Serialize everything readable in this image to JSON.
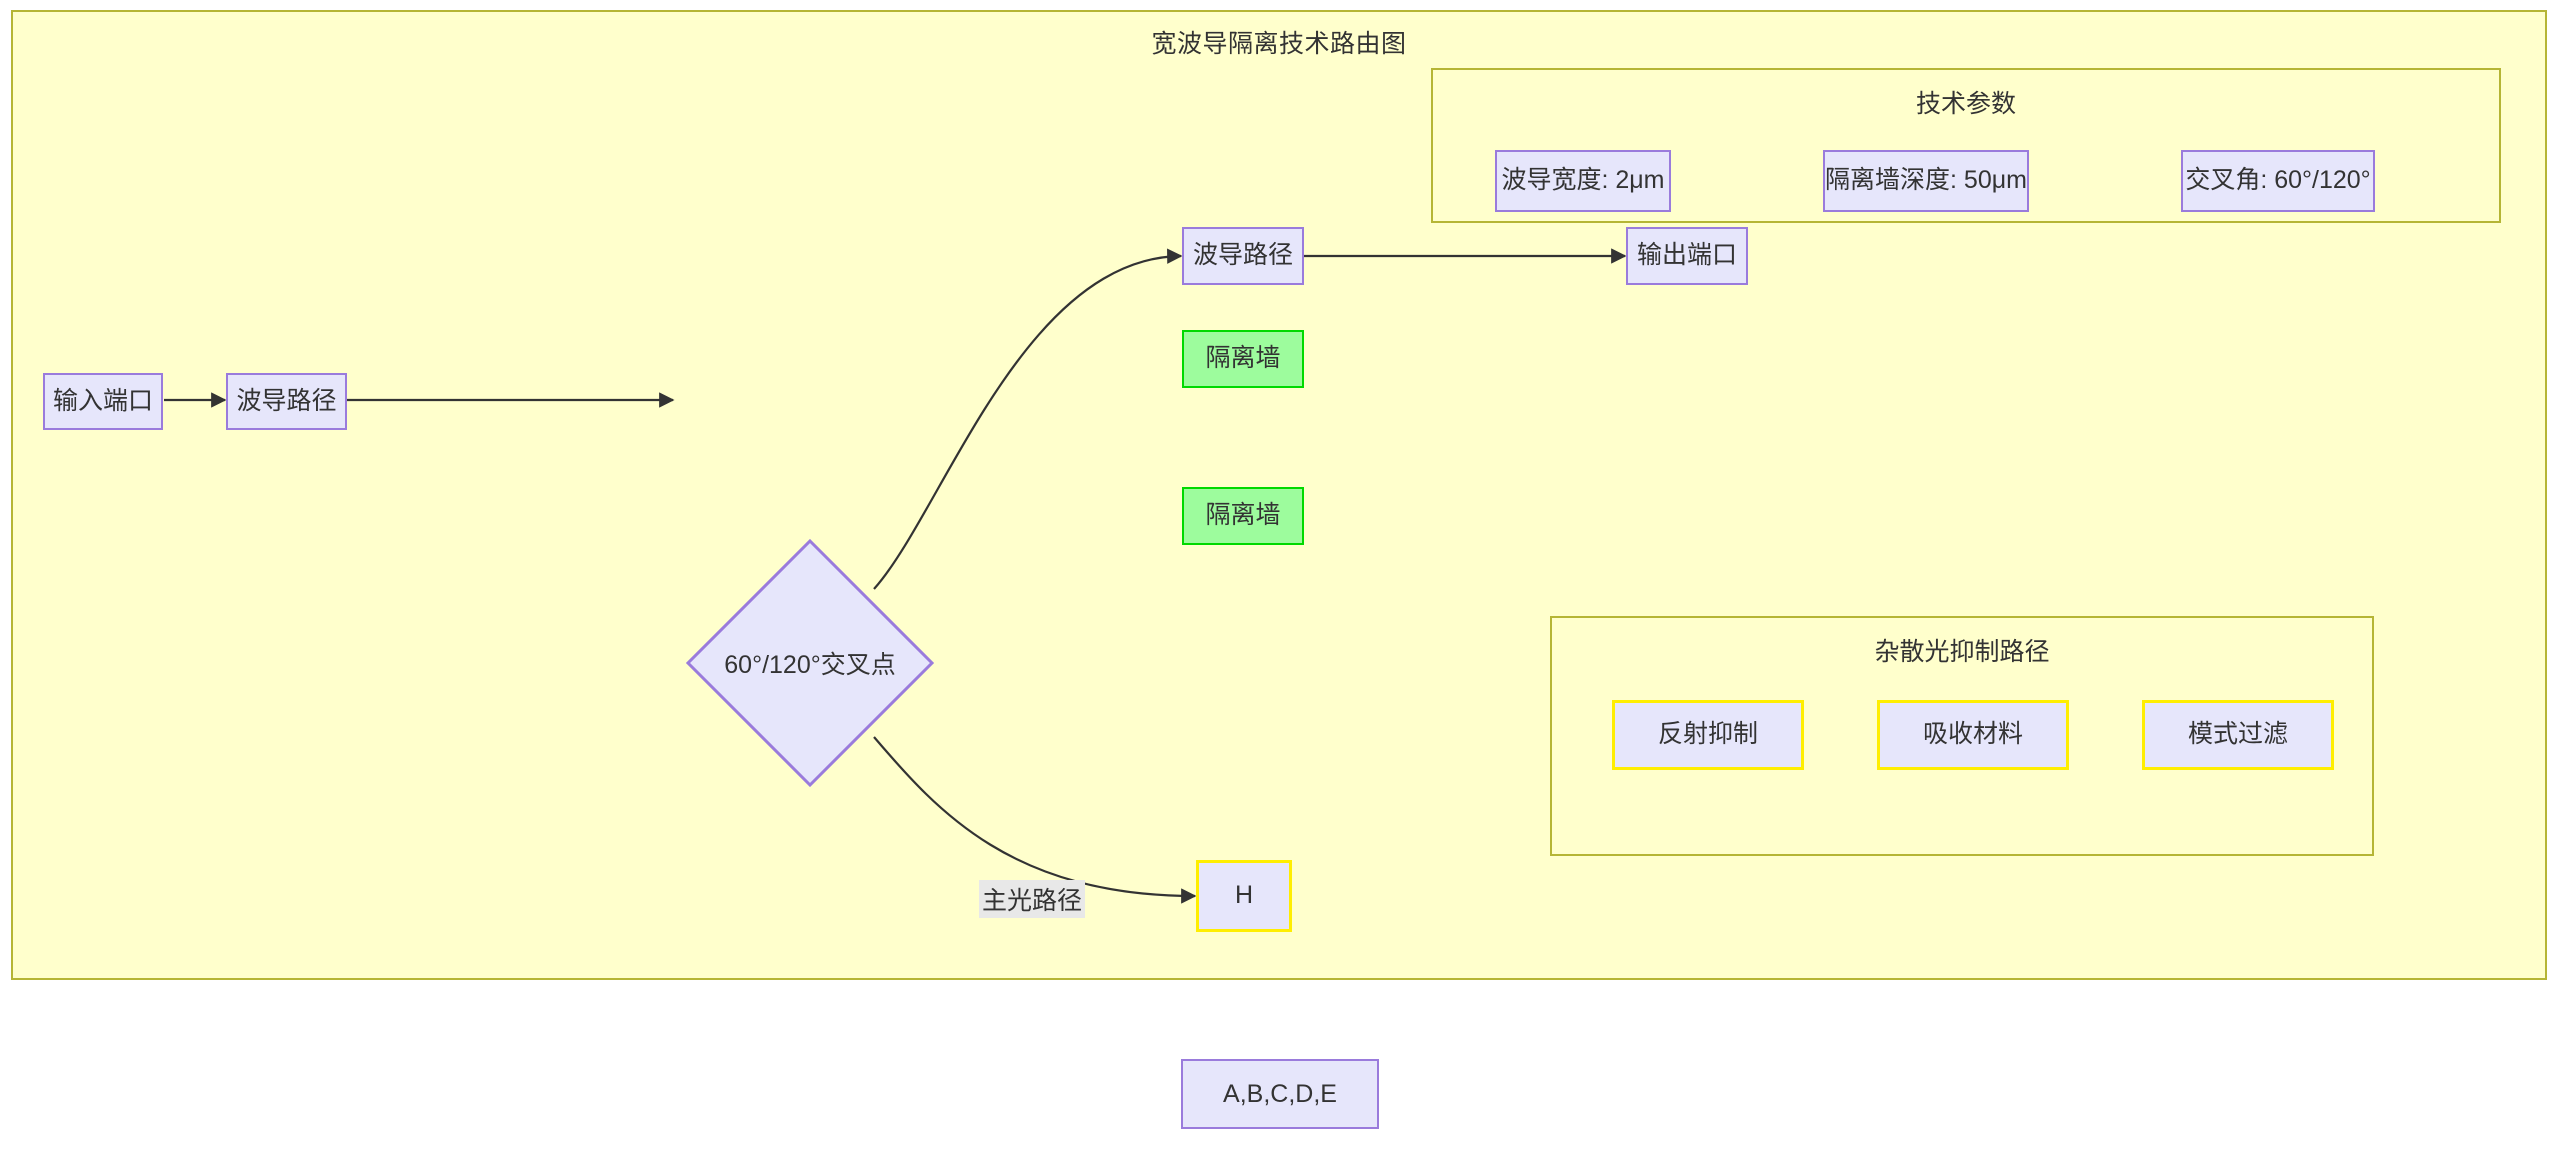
{
  "canvas": {
    "title": "宽波导隔离技术路由图",
    "background_color": "#ffffcc",
    "border_color": "#b5b535"
  },
  "palette": {
    "node_fill": "#e6e6fb",
    "node_border": "#9a7bdc",
    "green_fill": "#9dfc9d",
    "green_border": "#00d900",
    "yellow_border": "#ffee00",
    "edge_stroke": "#333333",
    "edge_label_bg": "#e8e8e8",
    "text_color": "#333333"
  },
  "flow": {
    "input_port": "输入端口",
    "waveguide_path_left": "波导路径",
    "decision": "60°/120°交叉点",
    "waveguide_path_top": "波导路径",
    "output_port": "输出端口",
    "isolation_wall_1": "隔离墙",
    "isolation_wall_2": "隔离墙",
    "h_node": "H",
    "main_optical_path_label": "主光路径"
  },
  "tech_params_group": {
    "title": "技术参数",
    "items": [
      {
        "label": "波导宽度: 2μm"
      },
      {
        "label": "隔离墙深度: 50μm"
      },
      {
        "label": "交叉角: 60°/120°"
      }
    ]
  },
  "stray_light_group": {
    "title": "杂散光抑制路径",
    "items": [
      {
        "label": "反射抑制"
      },
      {
        "label": "吸收材料"
      },
      {
        "label": "模式过滤"
      }
    ]
  },
  "legend": {
    "label": "A,B,C,D,E"
  }
}
